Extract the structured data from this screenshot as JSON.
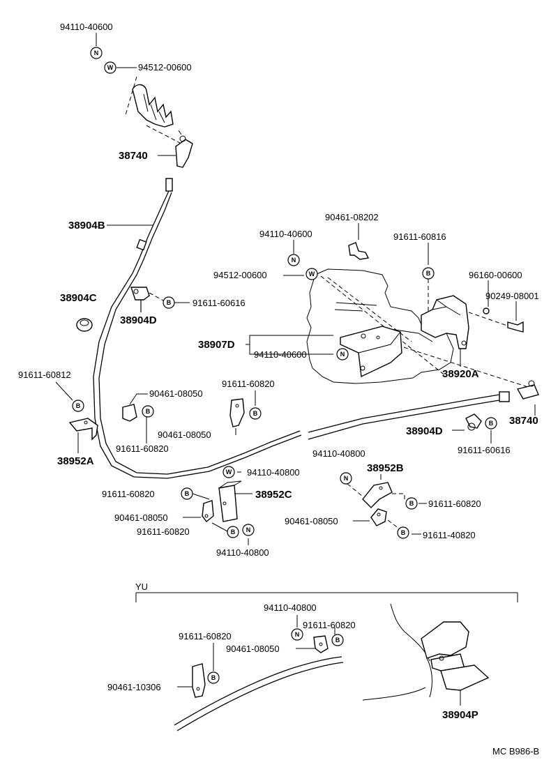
{
  "labels": {
    "p94110_40600_top": "94110-40600",
    "p94512_00600_top": "94512-00600",
    "p38740_top": "38740",
    "p38904B": "38904B",
    "p38904C": "38904C",
    "p38904D_left": "38904D",
    "p91611_60616_left": "91611-60616",
    "p94110_40600_mid": "94110-40600",
    "p90461_08202": "90461-08202",
    "p91611_60816": "91611-60816",
    "p94512_00600_mid": "94512-00600",
    "p96160_00600": "96160-00600",
    "p90249_08001": "90249-08001",
    "p38907D": "38907D",
    "p94110_40600_low": "94110-40600",
    "p38920A": "38920A",
    "p38740_right": "38740",
    "p91611_60812": "91611-60812",
    "p90461_08050_a": "90461-08050",
    "p91611_60820_a": "91611-60820",
    "p90461_08050_b": "90461-08050",
    "p91611_60820_b": "91611-60820",
    "p38952A": "38952A",
    "p38904D_right": "38904D",
    "p91611_60616_right": "91611-60616",
    "p94110_40800_a": "94110-40800",
    "p38952B": "38952B",
    "p94110_40800_b": "94110-40800",
    "p91611_60820_c": "91611-60820",
    "p38952C": "38952C",
    "p90461_08050_c": "90461-08050",
    "p91611_60820_d": "91611-60820",
    "p94110_40800_c": "94110-40800",
    "p91611_60820_e": "91611-60820",
    "p90461_08050_d": "90461-08050",
    "p91611_40820": "91611-40820",
    "section_yu": "YU",
    "p94110_40800_yu": "94110-40800",
    "p91611_60820_yu1": "91611-60820",
    "p91611_60820_yu2": "91611-60820",
    "p90461_08050_yu": "90461-08050",
    "p90461_10306": "90461-10306",
    "p38904P": "38904P",
    "diagram_code": "MC B986-B"
  },
  "symbols": {
    "n": "N",
    "w": "W",
    "b": "B"
  }
}
